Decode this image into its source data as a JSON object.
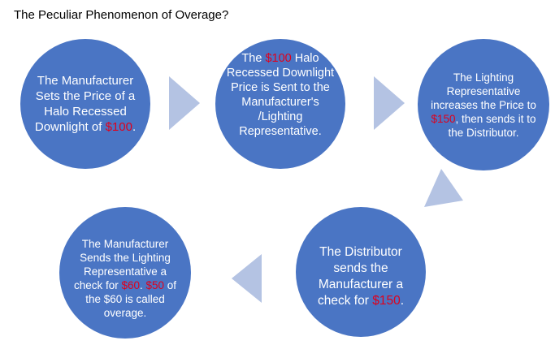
{
  "title": "The Peculiar Phenomenon of Overage?",
  "colors": {
    "circle_fill": "#4a75c4",
    "arrow_fill": "#b4c3e3",
    "highlight": "#e0001b"
  },
  "steps": [
    {
      "before": "The Manufacturer Sets the Price of a Halo Recessed Downlight of ",
      "hl1": "$100",
      "mid": ".",
      "hl2": "",
      "after": ""
    },
    {
      "before": "The ",
      "hl1": "$100",
      "mid": " Halo Recessed Downlight Price is Sent to the Manufacturer's /Lighting Representative.",
      "hl2": "",
      "after": ""
    },
    {
      "before": "The Lighting Representative increases the Price to ",
      "hl1": "$150",
      "mid": ", then sends it to the Distributor.",
      "hl2": "",
      "after": ""
    },
    {
      "before": "The Distributor sends the Manufacturer a check for ",
      "hl1": "$150",
      "mid": ".",
      "hl2": "",
      "after": ""
    },
    {
      "before": "The Manufacturer Sends the Lighting Representative a check for ",
      "hl1": "$60",
      "mid": ". ",
      "hl2": "$50",
      "after": " of the $60 is called overage."
    }
  ]
}
